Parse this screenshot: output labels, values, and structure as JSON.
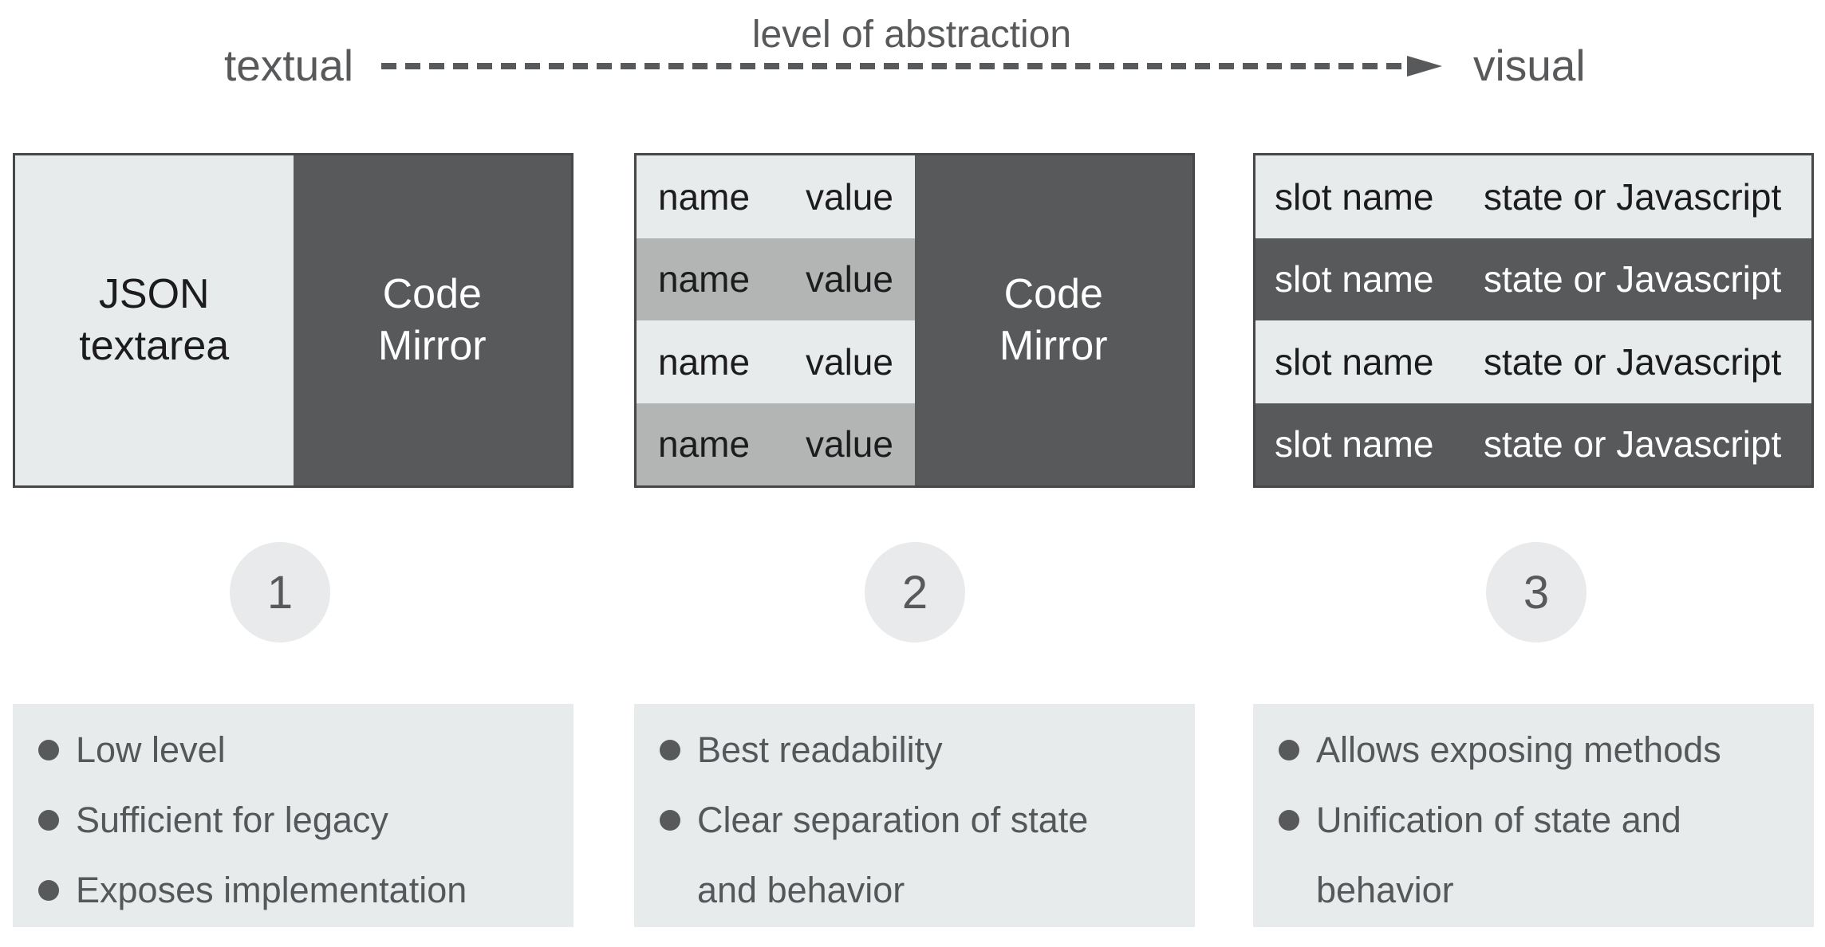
{
  "colors": {
    "light_fill": "#e8ebec",
    "mid_gray_fill": "#b3b5b4",
    "dark_fill": "#58595a",
    "panel_border": "#464749",
    "bullet_panel_fill": "#e8ebeb",
    "circle_fill": "#e8eaeb",
    "gray_text": "#58595a",
    "dark_text": "#1c1c1e",
    "white_text": "#ffffff"
  },
  "header": {
    "left_label": "textual",
    "axis_label": "level of abstraction",
    "right_label": "visual",
    "arrow_icon": "dashed-right-arrow"
  },
  "columns": [
    {
      "number": "1",
      "panel": {
        "left_lines": [
          "JSON",
          "textarea"
        ],
        "right_lines": [
          "Code",
          "Mirror"
        ]
      },
      "bullets": [
        "Low level",
        "Sufficient for legacy",
        "Exposes implementation"
      ]
    },
    {
      "number": "2",
      "panel": {
        "rows": [
          {
            "name": "name",
            "value": "value"
          },
          {
            "name": "name",
            "value": "value"
          },
          {
            "name": "name",
            "value": "value"
          },
          {
            "name": "name",
            "value": "value"
          }
        ],
        "right_lines": [
          "Code",
          "Mirror"
        ]
      },
      "bullets": [
        "Best readability",
        "Clear separation of state and behavior"
      ]
    },
    {
      "number": "3",
      "panel": {
        "rows": [
          {
            "name": "slot name",
            "value": "state or Javascript"
          },
          {
            "name": "slot name",
            "value": "state or Javascript"
          },
          {
            "name": "slot name",
            "value": "state or Javascript"
          },
          {
            "name": "slot name",
            "value": "state or Javascript"
          }
        ]
      },
      "bullets": [
        "Allows exposing methods",
        "Unification of state and behavior"
      ]
    }
  ]
}
